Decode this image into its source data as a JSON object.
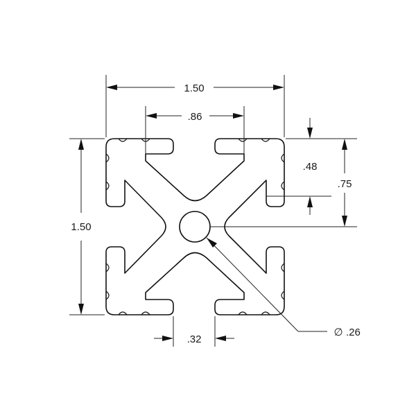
{
  "drawing": {
    "line_color": "#111111",
    "background": "#ffffff",
    "dimensions": {
      "overall_width": "1.50",
      "overall_height": "1.50",
      "slot_opening_top": ".86",
      "slot_depth": ".48",
      "center_offset": ".75",
      "slot_width_bottom": ".32",
      "bore_diameter_symbol": "∅",
      "bore_diameter": ".26"
    }
  }
}
